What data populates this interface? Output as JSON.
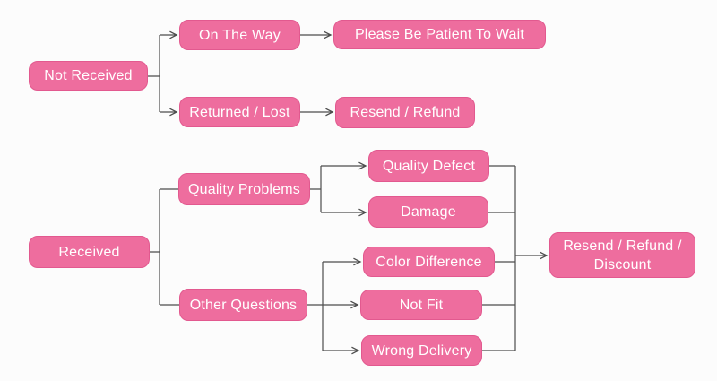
{
  "diagram": {
    "type": "flowchart",
    "background": "#fcfcfc",
    "node_fill": "#ee6d9e",
    "node_border": "#e2598f",
    "node_text_color": "#ffffff",
    "connector_color": "#4d4d4d"
  },
  "nodes": {
    "not_received": {
      "label": "Not Received"
    },
    "on_the_way": {
      "label": "On The Way"
    },
    "please_wait": {
      "label": "Please Be Patient To Wait"
    },
    "returned_lost": {
      "label": "Returned / Lost"
    },
    "resend_refund": {
      "label": "Resend / Refund"
    },
    "received": {
      "label": "Received"
    },
    "quality_problems": {
      "label": "Quality Problems"
    },
    "quality_defect": {
      "label": "Quality Defect"
    },
    "damage": {
      "label": "Damage"
    },
    "other_questions": {
      "label": "Other Questions"
    },
    "color_difference": {
      "label": "Color Difference"
    },
    "not_fit": {
      "label": "Not Fit"
    },
    "wrong_delivery": {
      "label": "Wrong Delivery"
    },
    "resend_refund_discount": {
      "label": "Resend / Refund / Discount"
    }
  },
  "edges": [
    {
      "from": "not_received",
      "to": "on_the_way",
      "arrow": true
    },
    {
      "from": "not_received",
      "to": "returned_lost",
      "arrow": true
    },
    {
      "from": "on_the_way",
      "to": "please_wait",
      "arrow": true
    },
    {
      "from": "returned_lost",
      "to": "resend_refund",
      "arrow": true
    },
    {
      "from": "received",
      "to": "quality_problems",
      "arrow": false
    },
    {
      "from": "received",
      "to": "other_questions",
      "arrow": false
    },
    {
      "from": "quality_problems",
      "to": "quality_defect",
      "arrow": true
    },
    {
      "from": "quality_problems",
      "to": "damage",
      "arrow": true
    },
    {
      "from": "other_questions",
      "to": "color_difference",
      "arrow": true
    },
    {
      "from": "other_questions",
      "to": "not_fit",
      "arrow": true
    },
    {
      "from": "other_questions",
      "to": "wrong_delivery",
      "arrow": true
    },
    {
      "from": "quality_defect",
      "to": "resend_refund_discount",
      "arrow": true
    },
    {
      "from": "damage",
      "to": "resend_refund_discount",
      "arrow": true
    },
    {
      "from": "color_difference",
      "to": "resend_refund_discount",
      "arrow": true
    },
    {
      "from": "not_fit",
      "to": "resend_refund_discount",
      "arrow": true
    },
    {
      "from": "wrong_delivery",
      "to": "resend_refund_discount",
      "arrow": true
    }
  ]
}
